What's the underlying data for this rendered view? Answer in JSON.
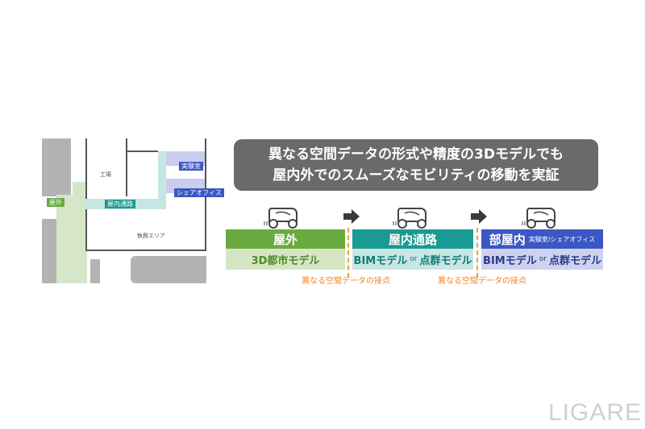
{
  "map": {
    "outdoor": "屋外",
    "corridor": "屋内通路",
    "lab": "実験室",
    "share_office": "シェアオフィス",
    "factory": "工場",
    "office_area": "執務エリア"
  },
  "title": {
    "line1": "異なる空間データの形式や精度の3Dモデルでも",
    "line2": "屋内外でのスムーズなモビリティの移動を実証"
  },
  "stages": [
    {
      "head": "屋外",
      "head_note": "",
      "model": "3D都市モデル",
      "or": "",
      "model2": ""
    },
    {
      "head": "屋内通路",
      "head_note": "",
      "model": "BIMモデル",
      "or": "or",
      "model2": "点群モデル"
    },
    {
      "head": "部屋内",
      "head_note": "実験室/シェアオフィス",
      "model": "BIMモデル",
      "or": "or",
      "model2": "点群モデル"
    }
  ],
  "contacts": [
    "異なる空間データの接点",
    "異なる空間データの接点"
  ],
  "watermark": "LIGARE",
  "colors": {
    "green": "#6aaa3e",
    "green_light": "#d5e6c4",
    "teal": "#1a9a92",
    "teal_light": "#c7e6e4",
    "blue": "#3b57c4",
    "blue_light": "#cdd3ee",
    "orange": "#ef8a2a"
  }
}
